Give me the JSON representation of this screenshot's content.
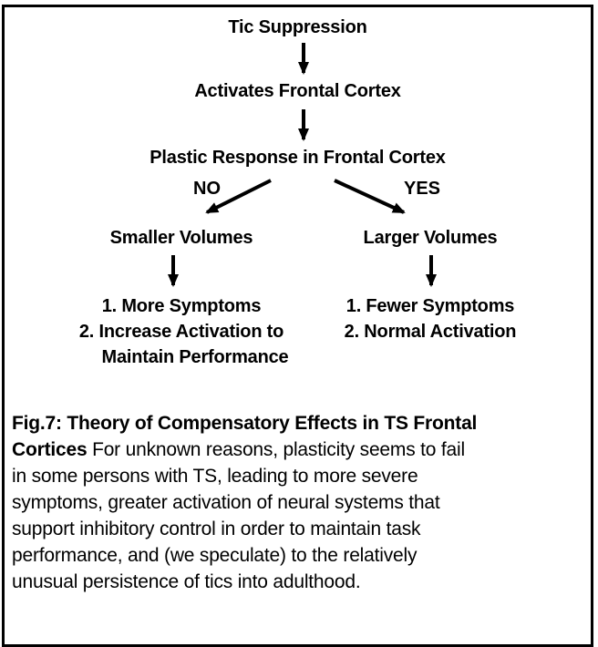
{
  "colors": {
    "border": "#000000",
    "text": "#000000",
    "background": "#ffffff"
  },
  "flowchart": {
    "node_root": "Tic Suppression",
    "node_activates": "Activates Frontal Cortex",
    "node_decision": "Plastic Response in Frontal Cortex",
    "branch_no": "NO",
    "branch_yes": "YES",
    "node_smaller": "Smaller Volumes",
    "node_larger": "Larger Volumes",
    "left_results": [
      "1. More Symptoms",
      "2. Increase Activation to",
      "Maintain Performance"
    ],
    "right_results": [
      "1. Fewer Symptoms",
      "2. Normal Activation"
    ],
    "icons": {
      "down_arrow": "arrow-down",
      "branch_left_arrow": "arrow-down-left",
      "branch_right_arrow": "arrow-down-right"
    }
  },
  "caption": {
    "line1_bold": "Fig.7: Theory of Compensatory Effects in TS Frontal",
    "line2_bold": "Cortices",
    "line2_rest": " For unknown reasons, plasticity seems to fail",
    "line3": "in some persons with TS, leading to more severe",
    "line4": "symptoms, greater activation of neural systems that",
    "line5": "support inhibitory control in order to maintain task",
    "line6": "performance, and (we speculate) to the relatively",
    "line7": "unusual persistence of tics into adulthood."
  }
}
